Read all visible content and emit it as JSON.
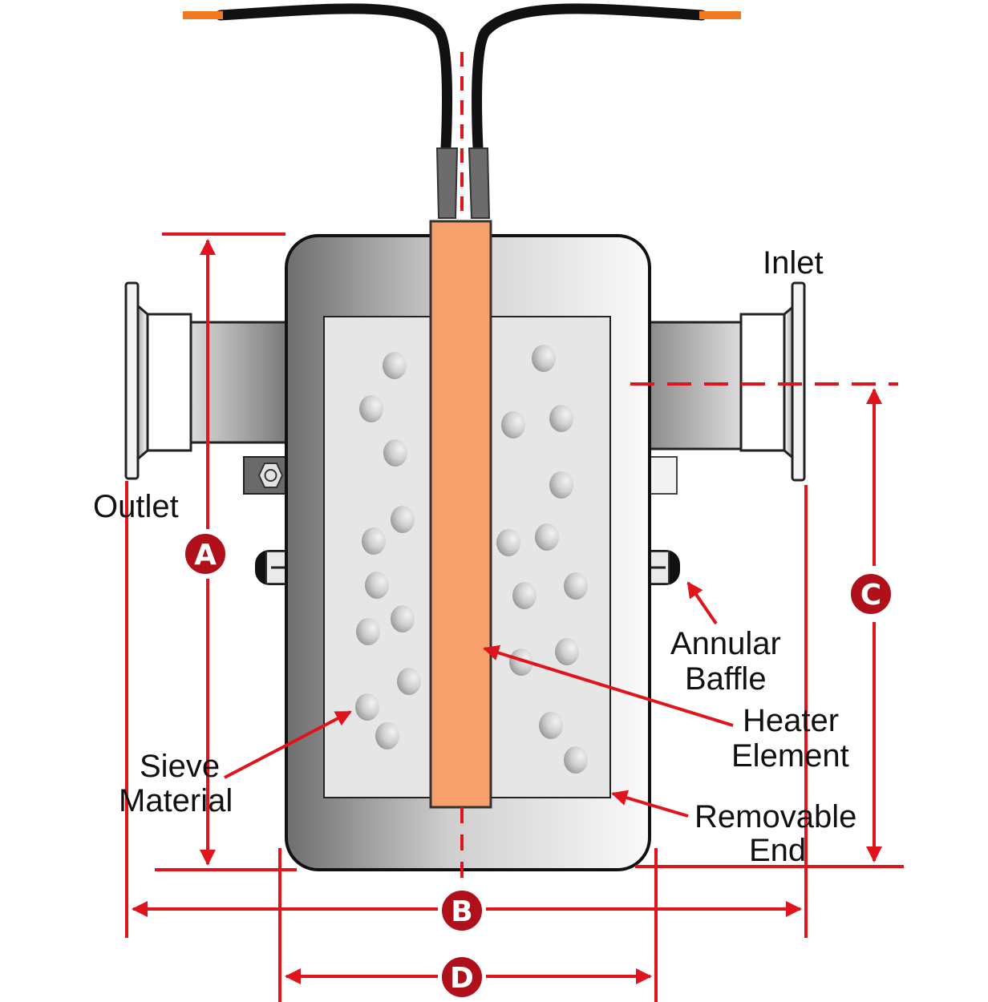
{
  "labels": {
    "inlet": "Inlet",
    "outlet": "Outlet",
    "annular_baffle_line1": "Annular",
    "annular_baffle_line2": "Baffle",
    "heater_element_line1": "Heater",
    "heater_element_line2": "Element",
    "removable_end_line1": "Removable",
    "removable_end_line2": "End",
    "sieve_material_line1": "Sieve",
    "sieve_material_line2": "Material"
  },
  "dimensions": {
    "a": "A",
    "b": "B",
    "c": "C",
    "d": "D"
  },
  "colors": {
    "dimension_red": "#e0141c",
    "heater_orange": "#f7a06c",
    "wire_tip_orange": "#f07a20",
    "sieve_panel": "#e6e6e6",
    "badge_dark_red": "#b0101a"
  }
}
